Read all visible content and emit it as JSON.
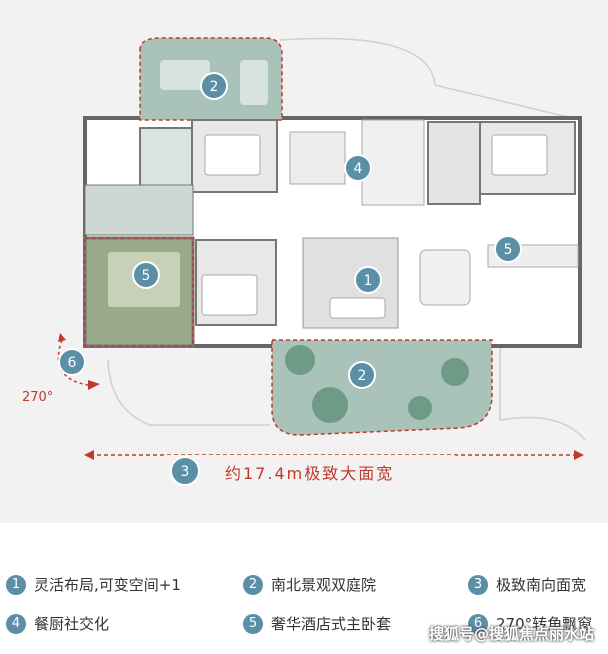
{
  "plan": {
    "markers": [
      {
        "num": "2"
      },
      {
        "num": "4"
      },
      {
        "num": "5"
      },
      {
        "num": "1"
      },
      {
        "num": "5"
      },
      {
        "num": "2"
      },
      {
        "num": "6"
      },
      {
        "num": "3"
      }
    ],
    "rotation_label": "270°",
    "width_label": "约17.4m极致大面宽"
  },
  "legend": {
    "items": [
      {
        "num": "1",
        "text": "灵活布局,可变空间+1"
      },
      {
        "num": "2",
        "text": "南北景观双庭院"
      },
      {
        "num": "3",
        "text": "极致南向面宽"
      },
      {
        "num": "4",
        "text": "餐厨社交化"
      },
      {
        "num": "5",
        "text": "奢华酒店式主卧套"
      },
      {
        "num": "6",
        "text": "270°转角飘窗"
      }
    ]
  },
  "watermark": "搜狐号@搜狐焦点丽水站",
  "colors": {
    "marker": "#5a8fa6",
    "accent_red": "#c0392b",
    "garden": "#a9c2ba"
  }
}
